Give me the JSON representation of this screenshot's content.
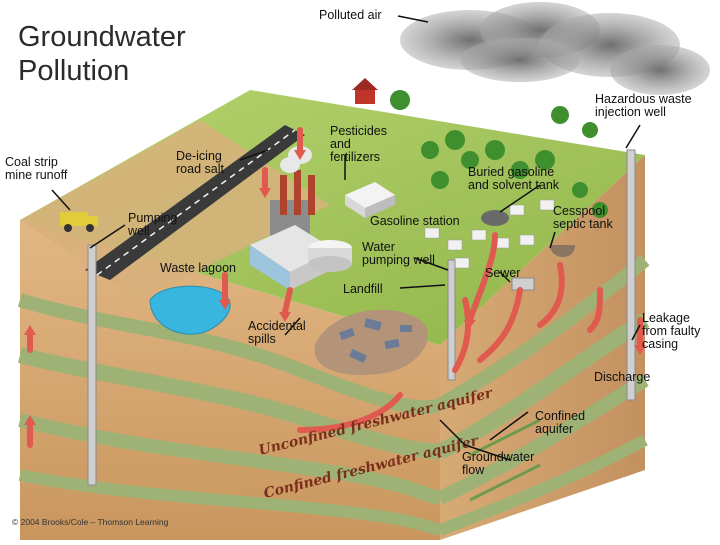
{
  "title": "Groundwater\nPollution",
  "labels": {
    "polluted_air": "Polluted air",
    "hazardous_waste": "Hazardous waste\ninjection well",
    "pesticides": "Pesticides\nand\nfertilizers",
    "deicing": "De-icing\nroad salt",
    "coal_strip": "Coal strip\nmine runoff",
    "buried_gasoline": "Buried gasoline\nand solvent tank",
    "cesspool": "Cesspool\nseptic tank",
    "pumping_well": "Pumping\nwell",
    "gasoline_station": "Gasoline station",
    "water_pumping_well": "Water\npumping well",
    "sewer": "Sewer",
    "waste_lagoon": "Waste lagoon",
    "landfill": "Landfill",
    "accidental_spills": "Accidental\nspills",
    "leakage": "Leakage\nfrom faulty\ncasing",
    "discharge": "Discharge",
    "confined_aquifer": "Confined\naquifer",
    "groundwater_flow": "Groundwater\nflow"
  },
  "layer_labels": {
    "unconfined": "Unconfined freshwater aquifer",
    "confined": "Confined freshwater aquifer"
  },
  "copyright": "© 2004 Brooks/Cole – Thomson Learning",
  "colors": {
    "surface_green": "#9cc254",
    "soil": "#d9ad7a",
    "aquifer_band": "#a7b57a",
    "contamination_arrow": "#e05a50",
    "lagoon_water": "#39b6e0",
    "cloud": "#8a8a8a"
  }
}
